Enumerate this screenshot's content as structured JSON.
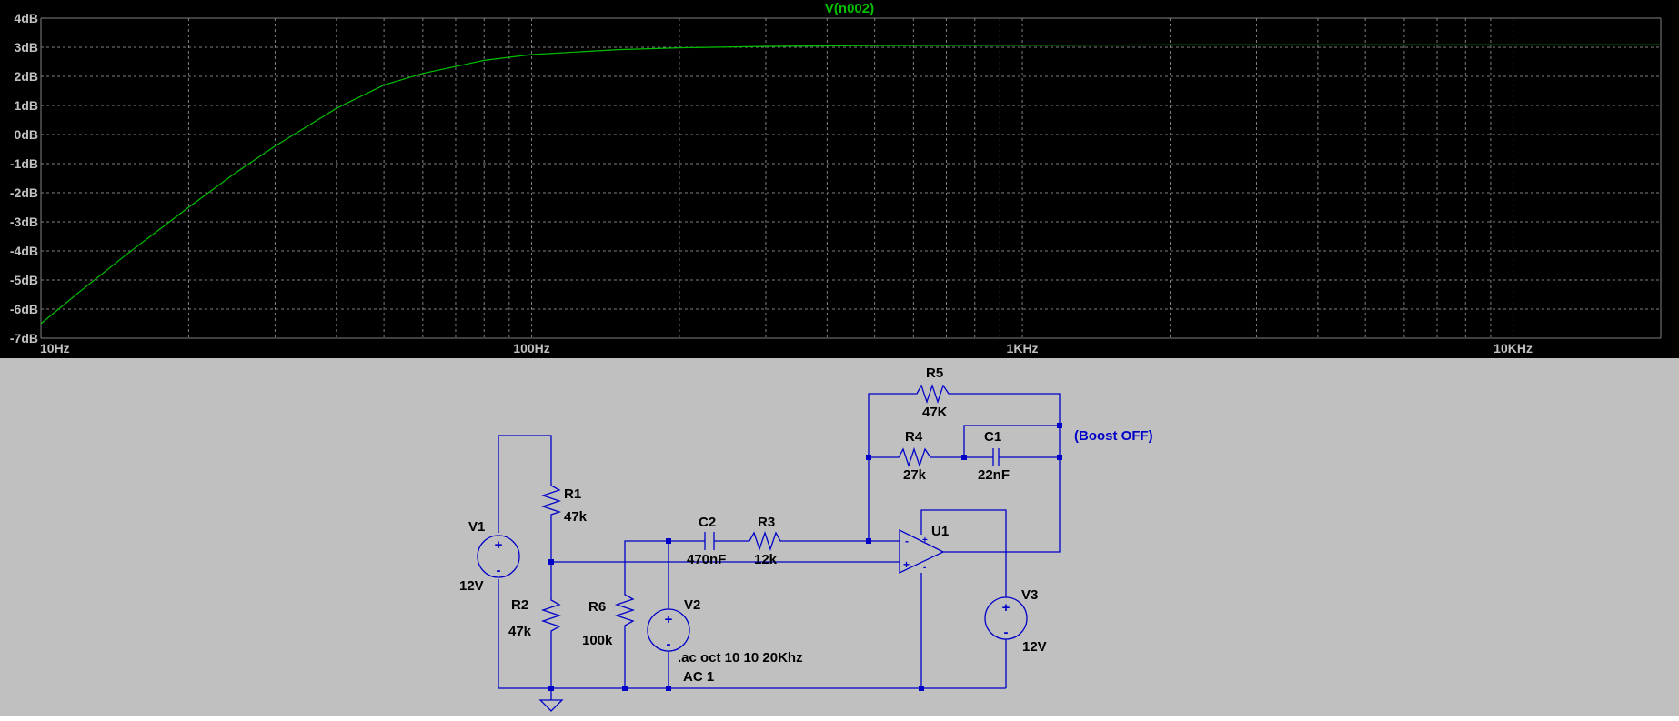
{
  "plot": {
    "background": "#000000",
    "grid_color": "#808080",
    "trace_color": "#00c000",
    "title": "V(n002)",
    "y_ticks": [
      "4dB",
      "3dB",
      "2dB",
      "1dB",
      "0dB",
      "-1dB",
      "-2dB",
      "-3dB",
      "-4dB",
      "-5dB",
      "-6dB",
      "-7dB"
    ],
    "x_ticks": [
      "10Hz",
      "100Hz",
      "1KHz",
      "10KHz"
    ]
  },
  "chart_data": {
    "type": "line",
    "title": "V(n002)",
    "xlabel": "",
    "ylabel": "",
    "x_scale": "log",
    "xlim": [
      10,
      20000
    ],
    "ylim": [
      -7,
      4
    ],
    "grid": true,
    "series": [
      {
        "name": "V(n002)",
        "x": [
          10,
          12,
          15,
          20,
          25,
          30,
          40,
          50,
          60,
          80,
          100,
          150,
          200,
          300,
          500,
          1000,
          2000,
          5000,
          10000,
          20000
        ],
        "y": [
          -6.5,
          -5.4,
          -4.1,
          -2.5,
          -1.3,
          -0.4,
          0.9,
          1.7,
          2.1,
          2.55,
          2.75,
          2.92,
          2.98,
          3.03,
          3.06,
          3.07,
          3.08,
          3.08,
          3.08,
          3.08
        ]
      }
    ]
  },
  "schematic": {
    "background": "#c0c0c0",
    "wire_color": "#0000c8",
    "boost_label": "(Boost OFF)",
    "components": {
      "R1": {
        "name": "R1",
        "value": "47k"
      },
      "R2": {
        "name": "R2",
        "value": "47k"
      },
      "R3": {
        "name": "R3",
        "value": "12k"
      },
      "R4": {
        "name": "R4",
        "value": "27k"
      },
      "R5": {
        "name": "R5",
        "value": "47K"
      },
      "R6": {
        "name": "R6",
        "value": "100k"
      },
      "C1": {
        "name": "C1",
        "value": "22nF"
      },
      "C2": {
        "name": "C2",
        "value": "470nF"
      },
      "V1": {
        "name": "V1",
        "value": "12V"
      },
      "V2": {
        "name": "V2",
        "value": "AC 1"
      },
      "V3": {
        "name": "V3",
        "value": "12V"
      },
      "U1": {
        "name": "U1"
      }
    },
    "directive": ".ac oct 10 10 20Khz",
    "opamp_pins": {
      "minus": "-",
      "plus": "+"
    },
    "source_pins": {
      "plus": "+",
      "minus": "-"
    }
  }
}
